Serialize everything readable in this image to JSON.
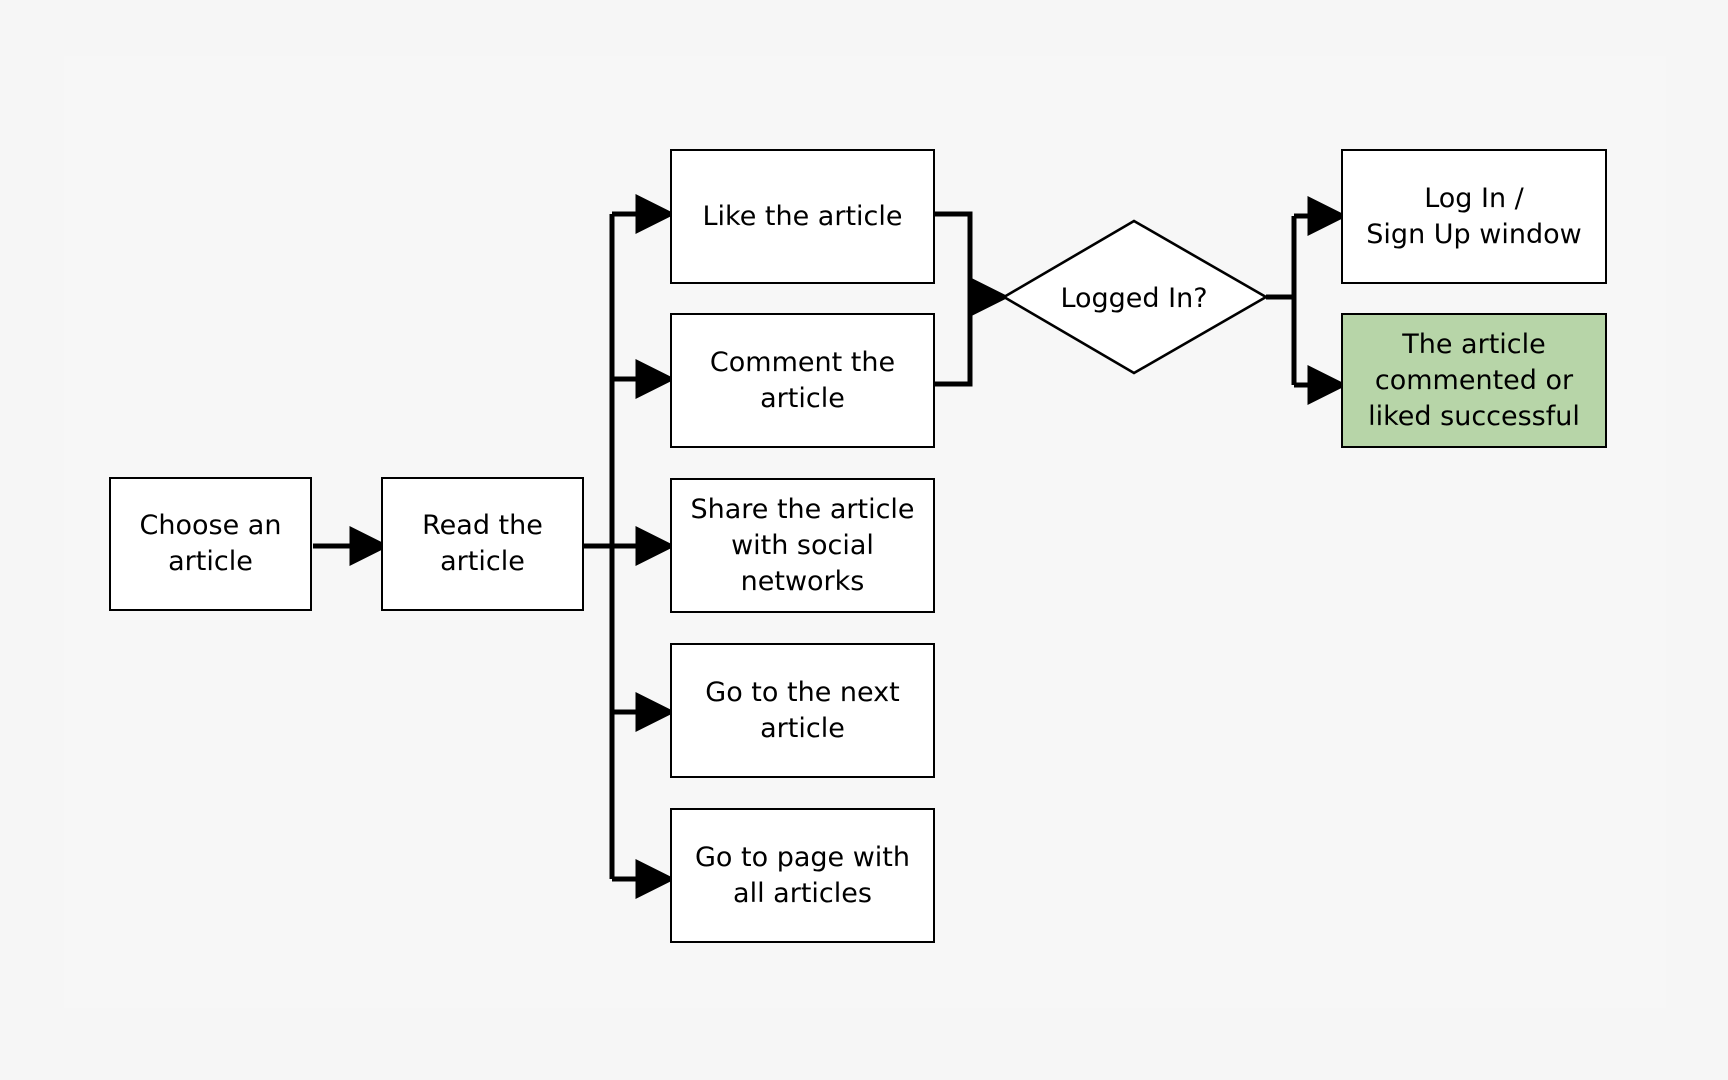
{
  "flow": {
    "choose": "Choose an\narticle",
    "read": "Read the\narticle",
    "like": "Like the article",
    "comment": "Comment the\narticle",
    "share": "Share the article\nwith social\nnetworks",
    "next": "Go to the next\narticle",
    "all": "Go to page with\nall articles",
    "decision": "Logged In?",
    "login": "Log In /\nSign Up window",
    "success": "The article\ncommented or\nliked successful"
  },
  "colors": {
    "success_fill": "#b7d5a8",
    "stroke": "#000000",
    "node_fill": "#ffffff",
    "background": "#f6f6f6"
  }
}
